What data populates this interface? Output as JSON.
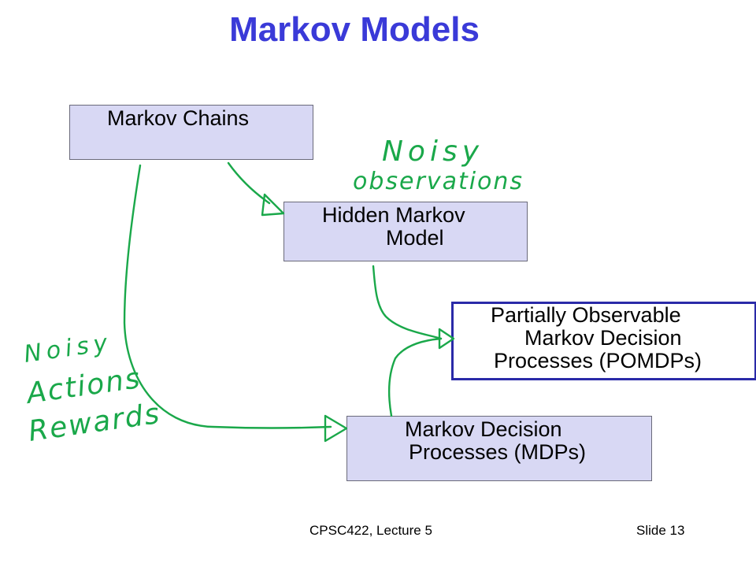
{
  "slide": {
    "title": "Markov Models",
    "footer_left": "CPSC422, Lecture 5",
    "footer_right": "Slide 13"
  },
  "nodes": {
    "markov_chains": {
      "lines": [
        "Markov Chains"
      ]
    },
    "hmm": {
      "lines": [
        "Hidden Markov",
        "Model"
      ]
    },
    "pomdp": {
      "lines": [
        "Partially Observable",
        "Markov Decision",
        "Processes (POMDPs)"
      ]
    },
    "mdp": {
      "lines": [
        "Markov Decision",
        "Processes (MDPs)"
      ]
    }
  },
  "annotations": {
    "noisy_observations": {
      "lines": [
        "Noisy",
        "observations"
      ]
    },
    "noisy_actions_rewards": {
      "lines": [
        "Noisy",
        "Actions",
        "Rewards"
      ]
    }
  },
  "colors": {
    "title": "#3a3ad8",
    "box_fill": "#d8d8f4",
    "highlight_border": "#2a2aa8",
    "ink": "#1aa84a"
  }
}
